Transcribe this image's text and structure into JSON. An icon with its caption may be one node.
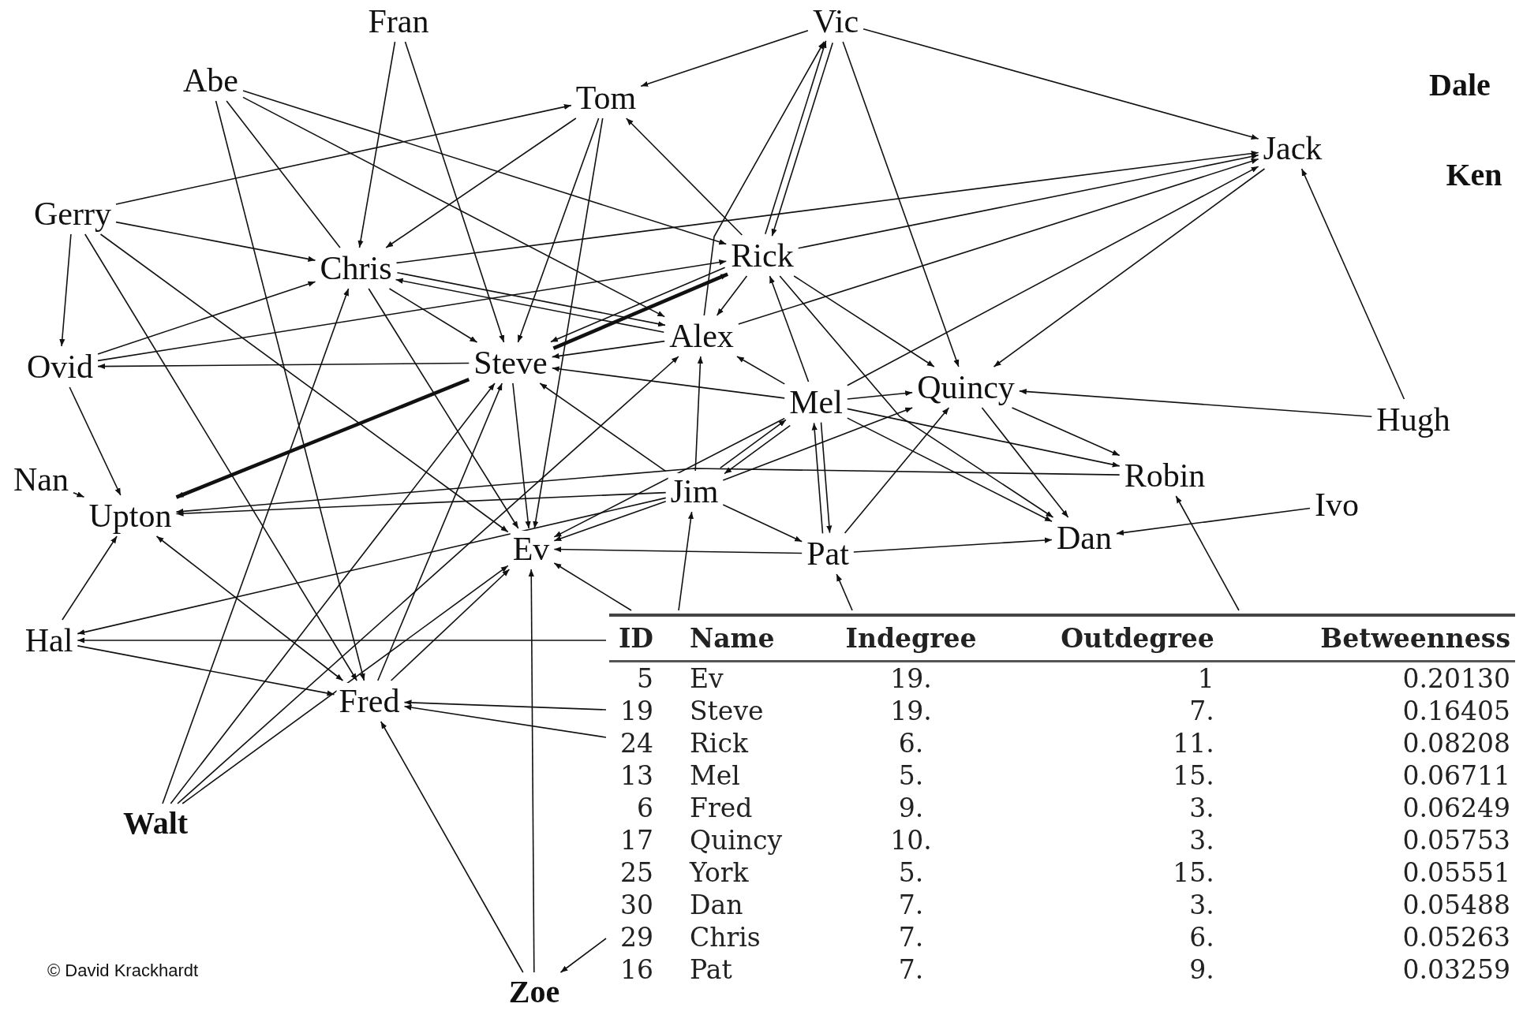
{
  "diagram": {
    "nodes": [
      {
        "text": [
          "Fran"
        ]
      },
      {
        "text": [
          "Vic"
        ]
      },
      {
        "text": [
          "Abe"
        ]
      },
      {
        "text": [
          "Tom"
        ]
      },
      {
        "text": [
          "Dale"
        ]
      },
      {
        "text": [
          "Jack"
        ]
      },
      {
        "text": [
          "Ken"
        ]
      },
      {
        "text": [
          "Gerry"
        ]
      },
      {
        "text": [
          "Chris"
        ]
      },
      {
        "text": [
          "Rick"
        ]
      },
      {
        "text": [
          "Alex"
        ]
      },
      {
        "text": [
          "Ovid"
        ]
      },
      {
        "text": [
          "Steve"
        ]
      },
      {
        "text": [
          "Mel"
        ]
      },
      {
        "text": [
          "Quincy"
        ]
      },
      {
        "text": [
          "Hugh"
        ]
      },
      {
        "text": [
          "Robin"
        ]
      },
      {
        "text": [
          "Nan"
        ]
      },
      {
        "text": [
          "Upton"
        ]
      },
      {
        "text": [
          "Jim"
        ]
      },
      {
        "text": [
          "Ivo"
        ]
      },
      {
        "text": [
          "Dan"
        ]
      },
      {
        "text": [
          "Ev"
        ]
      },
      {
        "text": [
          "Pat"
        ]
      },
      {
        "text": [
          "Hal"
        ]
      },
      {
        "text": [
          "Fred"
        ]
      },
      {
        "text": [
          "Walt"
        ]
      },
      {
        "text": [
          "Zoe"
        ]
      }
    ],
    "edges": [
      {
        "from": 0,
        "to": 8,
        "arrow": "to"
      },
      {
        "from": 0,
        "to": 12,
        "arrow": "to"
      },
      {
        "from": 1,
        "to": 3,
        "arrow": "to"
      },
      {
        "from": 1,
        "to": 5,
        "arrow": "to"
      },
      {
        "from": 1,
        "to": 14,
        "arrow": "to"
      },
      {
        "from": 1,
        "to": 9,
        "arrow": "to"
      },
      {
        "from": 9,
        "to": 1,
        "arrow": "to"
      },
      {
        "from": 10,
        "to": 1,
        "arrow": "to"
      },
      {
        "from": 2,
        "to": 8,
        "arrow": "none"
      },
      {
        "from": 2,
        "to": 9,
        "arrow": "to"
      },
      {
        "from": 2,
        "to": 10,
        "arrow": "to"
      },
      {
        "from": 2,
        "to": 25,
        "arrow": "to"
      },
      {
        "from": 7,
        "to": 3,
        "arrow": "to"
      },
      {
        "from": 7,
        "to": 8,
        "arrow": "to"
      },
      {
        "from": 7,
        "to": 11,
        "arrow": "to"
      },
      {
        "from": 7,
        "to": 22,
        "arrow": "to"
      },
      {
        "from": 7,
        "to": 25,
        "arrow": "to"
      },
      {
        "from": 3,
        "to": 8,
        "arrow": "to"
      },
      {
        "from": 3,
        "to": 12,
        "arrow": "to"
      },
      {
        "from": 3,
        "to": 22,
        "arrow": "to"
      },
      {
        "from": 9,
        "to": 3,
        "arrow": "to"
      },
      {
        "from": 8,
        "to": 5,
        "arrow": "to"
      },
      {
        "from": 8,
        "to": 12,
        "arrow": "to"
      },
      {
        "from": 8,
        "to": 10,
        "arrow": "to"
      },
      {
        "from": 8,
        "to": 22,
        "arrow": "to"
      },
      {
        "from": 11,
        "to": 8,
        "arrow": "to"
      },
      {
        "from": 11,
        "to": 9,
        "arrow": "to"
      },
      {
        "from": 10,
        "to": 8,
        "arrow": "to"
      },
      {
        "from": 12,
        "to": 11,
        "arrow": "to"
      },
      {
        "from": 12,
        "to": 9,
        "arrow": "to",
        "style": "thick"
      },
      {
        "from": 12,
        "to": 18,
        "arrow": "to",
        "style": "thick"
      },
      {
        "from": 12,
        "to": 22,
        "arrow": "to"
      },
      {
        "from": 11,
        "to": 18,
        "arrow": "to"
      },
      {
        "from": 9,
        "to": 5,
        "arrow": "to"
      },
      {
        "from": 9,
        "to": 14,
        "arrow": "to"
      },
      {
        "from": 9,
        "to": 10,
        "arrow": "to"
      },
      {
        "from": 9,
        "to": 12,
        "arrow": "to"
      },
      {
        "from": 9,
        "to": 21,
        "arrow": "to"
      },
      {
        "from": 10,
        "to": 5,
        "arrow": "to"
      },
      {
        "from": 10,
        "to": 12,
        "arrow": "to"
      },
      {
        "from": 5,
        "to": 14,
        "arrow": "to"
      },
      {
        "from": 13,
        "to": 5,
        "arrow": "to"
      },
      {
        "from": 13,
        "to": 14,
        "arrow": "to"
      },
      {
        "from": 13,
        "to": 12,
        "arrow": "to"
      },
      {
        "from": 13,
        "to": 10,
        "arrow": "to"
      },
      {
        "from": 13,
        "to": 9,
        "arrow": "to"
      },
      {
        "from": 13,
        "to": 22,
        "arrow": "to"
      },
      {
        "from": 13,
        "to": 19,
        "arrow": "to"
      },
      {
        "from": 13,
        "to": 21,
        "arrow": "to"
      },
      {
        "from": 13,
        "to": 16,
        "arrow": "to"
      },
      {
        "from": 13,
        "to": 23,
        "arrow": "to"
      },
      {
        "from": 15,
        "to": 14,
        "arrow": "to"
      },
      {
        "from": 15,
        "to": 5,
        "arrow": "to"
      },
      {
        "from": 14,
        "to": 21,
        "arrow": "to"
      },
      {
        "from": 14,
        "to": 16,
        "arrow": "to"
      },
      {
        "from": 16,
        "to": 18,
        "arrow": "to"
      },
      {
        "from": 17,
        "to": 18,
        "arrow": "to"
      },
      {
        "from": 19,
        "to": 12,
        "arrow": "to"
      },
      {
        "from": 19,
        "to": 22,
        "arrow": "to"
      },
      {
        "from": 19,
        "to": 13,
        "arrow": "to"
      },
      {
        "from": 19,
        "to": 23,
        "arrow": "to"
      },
      {
        "from": 19,
        "to": 14,
        "arrow": "to"
      },
      {
        "from": 19,
        "to": 10,
        "arrow": "to"
      },
      {
        "from": 19,
        "to": 18,
        "arrow": "to"
      },
      {
        "from": 19,
        "to": 24,
        "arrow": "to"
      },
      {
        "from": 20,
        "to": 21,
        "arrow": "to"
      },
      {
        "from": 23,
        "to": 22,
        "arrow": "to"
      },
      {
        "from": 23,
        "to": 21,
        "arrow": "to"
      },
      {
        "from": 23,
        "to": 13,
        "arrow": "to"
      },
      {
        "from": 23,
        "to": 14,
        "arrow": "to"
      },
      {
        "from": 24,
        "to": 18,
        "arrow": "to"
      },
      {
        "from": 24,
        "to": 25,
        "arrow": "to"
      },
      {
        "from": 18,
        "to": 25,
        "arrow": "both"
      },
      {
        "from": 26,
        "to": 8,
        "arrow": "to"
      },
      {
        "from": 26,
        "to": 12,
        "arrow": "to"
      },
      {
        "from": 26,
        "to": 22,
        "arrow": "to"
      },
      {
        "from": 26,
        "to": 10,
        "arrow": "to"
      },
      {
        "from": 25,
        "to": 22,
        "arrow": "to"
      },
      {
        "from": 25,
        "to": 12,
        "arrow": "to"
      },
      {
        "from": 27,
        "to": 25,
        "arrow": "to"
      },
      {
        "from": 27,
        "to": 22,
        "arrow": "to"
      },
      {
        "from": null,
        "to": 25,
        "arrow": "to"
      },
      {
        "from": null,
        "to": 25,
        "arrow": "to"
      },
      {
        "from": null,
        "to": 24,
        "arrow": "to"
      },
      {
        "from": null,
        "to": 22,
        "arrow": "to"
      },
      {
        "from": null,
        "to": 23,
        "arrow": "to"
      },
      {
        "from": null,
        "to": 19,
        "arrow": "to"
      },
      {
        "from": null,
        "to": 16,
        "arrow": "to"
      },
      {
        "from": null,
        "to": 27,
        "arrow": "to"
      }
    ],
    "labels": [
      "ID",
      "Name",
      "Indegree",
      "Outdegree",
      "Betweenness",
      "5",
      "Ev",
      "19.",
      "1",
      "0.20130",
      "19",
      "Steve",
      "19.",
      "7.",
      "0.16405",
      "24",
      "Rick",
      "6.",
      "11.",
      "0.08208",
      "13",
      "Mel",
      "5.",
      "15.",
      "0.06711",
      "6",
      "Fred",
      "9.",
      "3.",
      "0.06249",
      "17",
      "Quincy",
      "10.",
      "3.",
      "0.05753",
      "25",
      "York",
      "5.",
      "15.",
      "0.05551",
      "30",
      "Dan",
      "7.",
      "3.",
      "0.05488",
      "29",
      "Chris",
      "7.",
      "6.",
      "0.05263",
      "16",
      "Pat",
      "7.",
      "9.",
      "0.03259",
      "© David Krackhardt"
    ]
  }
}
